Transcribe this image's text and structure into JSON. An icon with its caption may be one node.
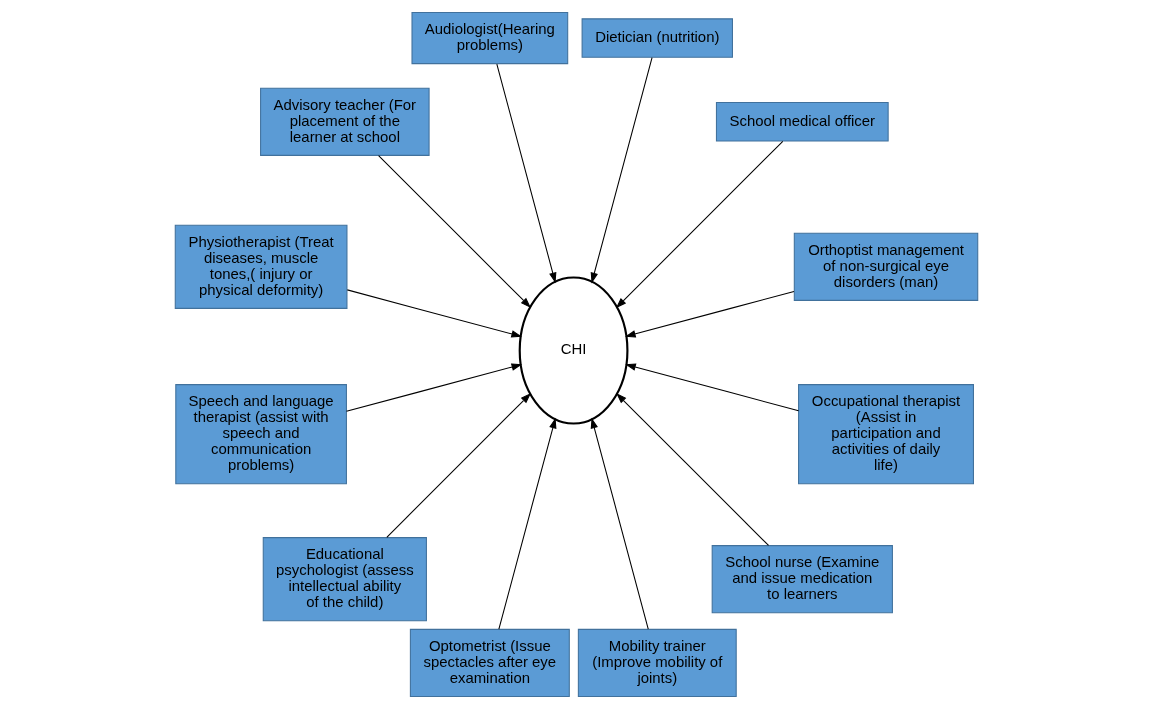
{
  "diagram": {
    "nodes": [
      {
        "text": [
          "Orthoptist management of non-surgical eye disorders (man)"
        ]
      },
      {
        "text": [
          "School medical officer"
        ]
      },
      {
        "text": [
          "Dietician (nutrition)"
        ]
      },
      {
        "text": [
          "Audiologist(Hearing problems)"
        ]
      },
      {
        "text": [
          "Advisory teacher (For placement of the learner at school"
        ]
      },
      {
        "text": [
          "CHI"
        ]
      },
      {
        "text": [
          "Physiotherapist (Treat diseases, muscle tones,( injury or physical deformity)"
        ]
      },
      {
        "text": [
          "Speech and language therapist (assist with speech and communication problems)"
        ]
      },
      {
        "text": [
          "Educational psychologist (assess intellectual ability of the child)"
        ]
      },
      {
        "text": [
          "Optometrist (Issue spectacles after eye examination"
        ]
      },
      {
        "text": [
          "Mobility trainer (Improve mobility of joints)"
        ]
      },
      {
        "text": [
          "School nurse (Examine and issue medication to learners"
        ]
      },
      {
        "text": [
          "Occupational therapist (Assist in participation and activities of daily life)"
        ]
      }
    ],
    "edges": [
      {
        "from": 0,
        "to": 5,
        "arrow": "to"
      },
      {
        "from": 1,
        "to": 5,
        "arrow": "to"
      },
      {
        "from": 2,
        "to": 5,
        "arrow": "to"
      },
      {
        "from": 3,
        "to": 5,
        "arrow": "to"
      },
      {
        "from": 4,
        "to": 5,
        "arrow": "to"
      },
      {
        "from": 6,
        "to": 5,
        "arrow": "to"
      },
      {
        "from": 7,
        "to": 5,
        "arrow": "to"
      },
      {
        "from": 8,
        "to": 5,
        "arrow": "to"
      },
      {
        "from": 9,
        "to": 5,
        "arrow": "to"
      },
      {
        "from": 10,
        "to": 5,
        "arrow": "to"
      },
      {
        "from": 11,
        "to": 5,
        "arrow": "to"
      },
      {
        "from": 12,
        "to": 5,
        "arrow": "to"
      }
    ]
  }
}
